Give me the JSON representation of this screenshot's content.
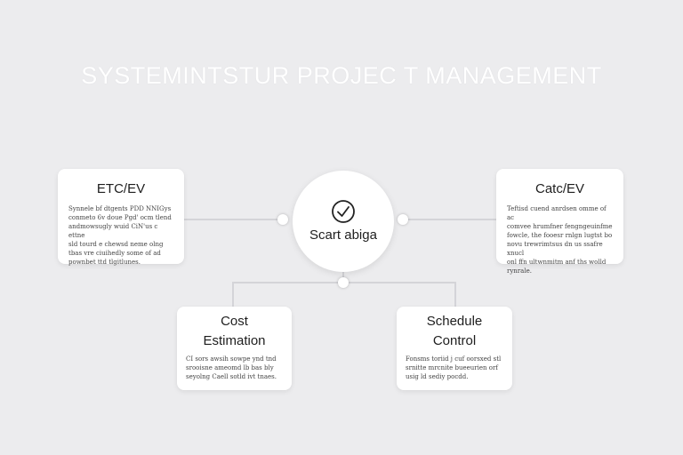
{
  "title": "SYSTEMINTSTUR PROJEC T MANAGEMENT",
  "hub": {
    "label": "Scart abiga",
    "icon": "checkmark-circle-icon"
  },
  "cards": {
    "etc": {
      "heading": "ETC/EV",
      "body": "Synnele bf dtgents PDD NNIGys\nconmeto 6v doue Pgd' ocm tlend\nandmowsugly wuid CiN'us c ettne\nsld tourd e chewsd neme olng\ntbas vre ciuihedly some of ad\npownbet ttd tlgitlunes."
    },
    "catc": {
      "heading": "Catc/EV",
      "body": "Teftisd cuend anrdsen omme of ac\ncomvee hrumfner fengngeuinfme\nfowcle, the fooesr rnlgn lugtst bo\nnovu trewrimtsus dn us ssafre xnucl\nonl ffn ultwnmitm anf ths wolld\nrynrale."
    },
    "cost": {
      "heading": "Cost\nEstimation",
      "body": "CI sors awsih sowpe ynd tnd\nsrooisne ameomd lb bas bly\nseyolng Caell sotld ivt tnaes."
    },
    "schedule": {
      "heading": "Schedule\nControl",
      "body": "Fonsms toriid j cuf oorsxed stl\nsrnitte mrcnite bueeurien orf\nusig ld sediy pocdd."
    }
  },
  "colors": {
    "background": "#ececee",
    "card": "#ffffff",
    "line": "#d4d4d8",
    "text": "#1e1e1e"
  }
}
